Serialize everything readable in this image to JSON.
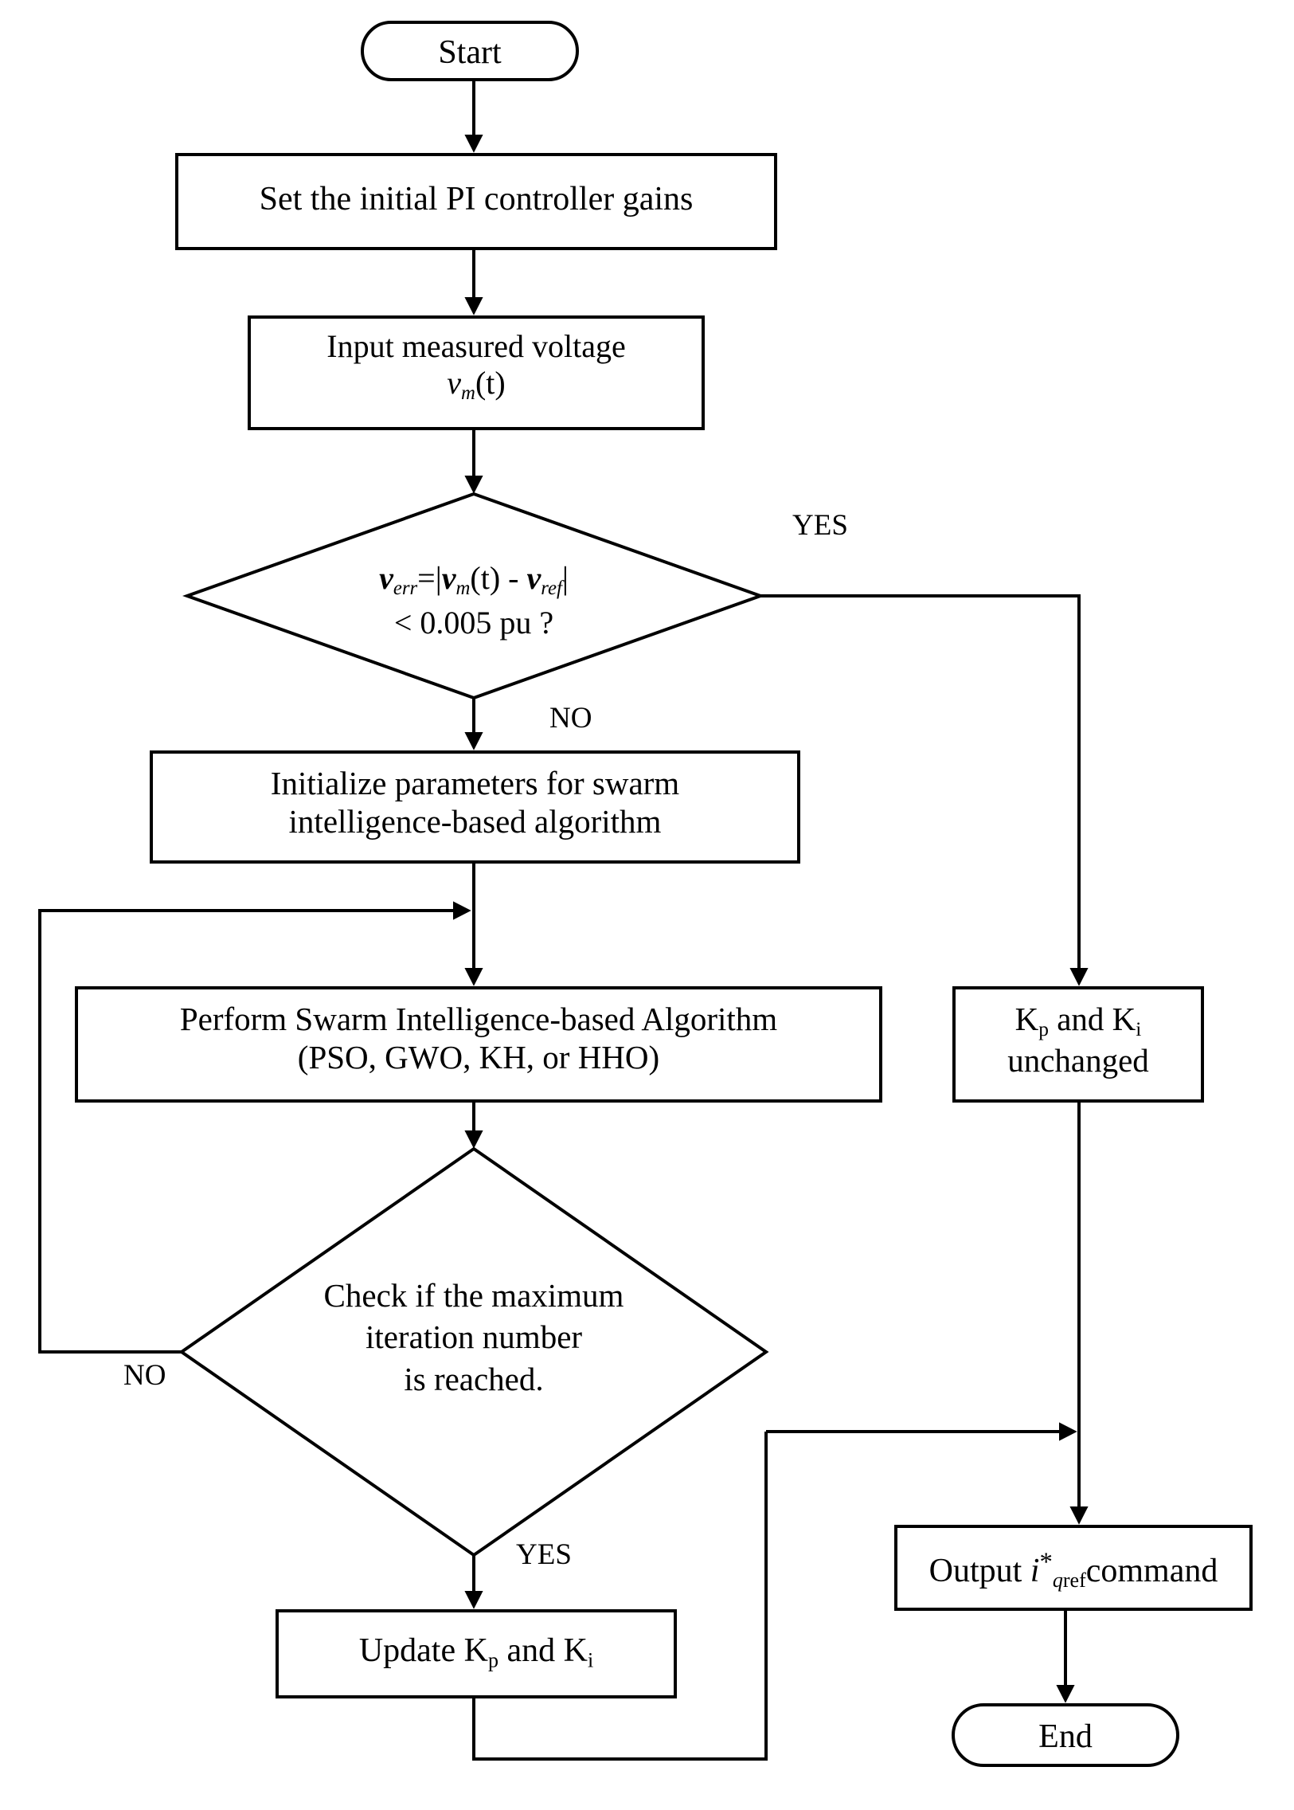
{
  "diagram": {
    "title": "PI controller gain tuning flowchart with swarm intelligence optimization",
    "colors": {
      "stroke": "#000000",
      "fill": "#ffffff",
      "text": "#000000"
    },
    "nodes": {
      "start": {
        "type": "terminator",
        "label": "Start"
      },
      "set_gains": {
        "type": "process",
        "label": "Set the initial PI controller gains"
      },
      "input_voltage": {
        "type": "process",
        "line1": "Input measured voltage",
        "line2_var": "v",
        "line2_sub": "m",
        "line2_tail": "(t)"
      },
      "decision_error": {
        "type": "decision",
        "l1_a": "v",
        "l1_a_sub": "err",
        "l1_eq": "=",
        "l1_bar1": "|",
        "l1_b": "v",
        "l1_b_sub": "m",
        "l1_b_tail": "(t)",
        "l1_minus": "-",
        "l1_c": "v",
        "l1_c_sub": "ref",
        "l1_bar2": "|",
        "l2": "< 0.005 pu ?"
      },
      "init_params": {
        "type": "process",
        "line1": "Initialize parameters for swarm",
        "line2": "intelligence-based algorithm"
      },
      "perform_alg": {
        "type": "process",
        "line1": "Perform Swarm Intelligence-based Algorithm",
        "line2": "(PSO, GWO, KH, or HHO)"
      },
      "gains_unchanged": {
        "type": "process",
        "line1_a": "K",
        "line1_a_sub": "p",
        "line1_mid": " and K",
        "line1_b_sub": "i",
        "line2": "unchanged"
      },
      "decision_iter": {
        "type": "decision",
        "line1": "Check if the maximum",
        "line2": "iteration number",
        "line3": "is reached."
      },
      "update_gains": {
        "type": "process",
        "prefix": "Update K",
        "sub1": "p",
        "mid": " and K",
        "sub2": "i"
      },
      "output_cmd": {
        "type": "process",
        "prefix": "Output ",
        "var": "i",
        "sup": "*",
        "sub_italic": "q",
        "sub_roman": "ref",
        "suffix": "command"
      },
      "end": {
        "type": "terminator",
        "label": "End"
      }
    },
    "edge_labels": {
      "yes_error": "YES",
      "no_error": "NO",
      "no_iter": "NO",
      "yes_iter": "YES"
    }
  }
}
